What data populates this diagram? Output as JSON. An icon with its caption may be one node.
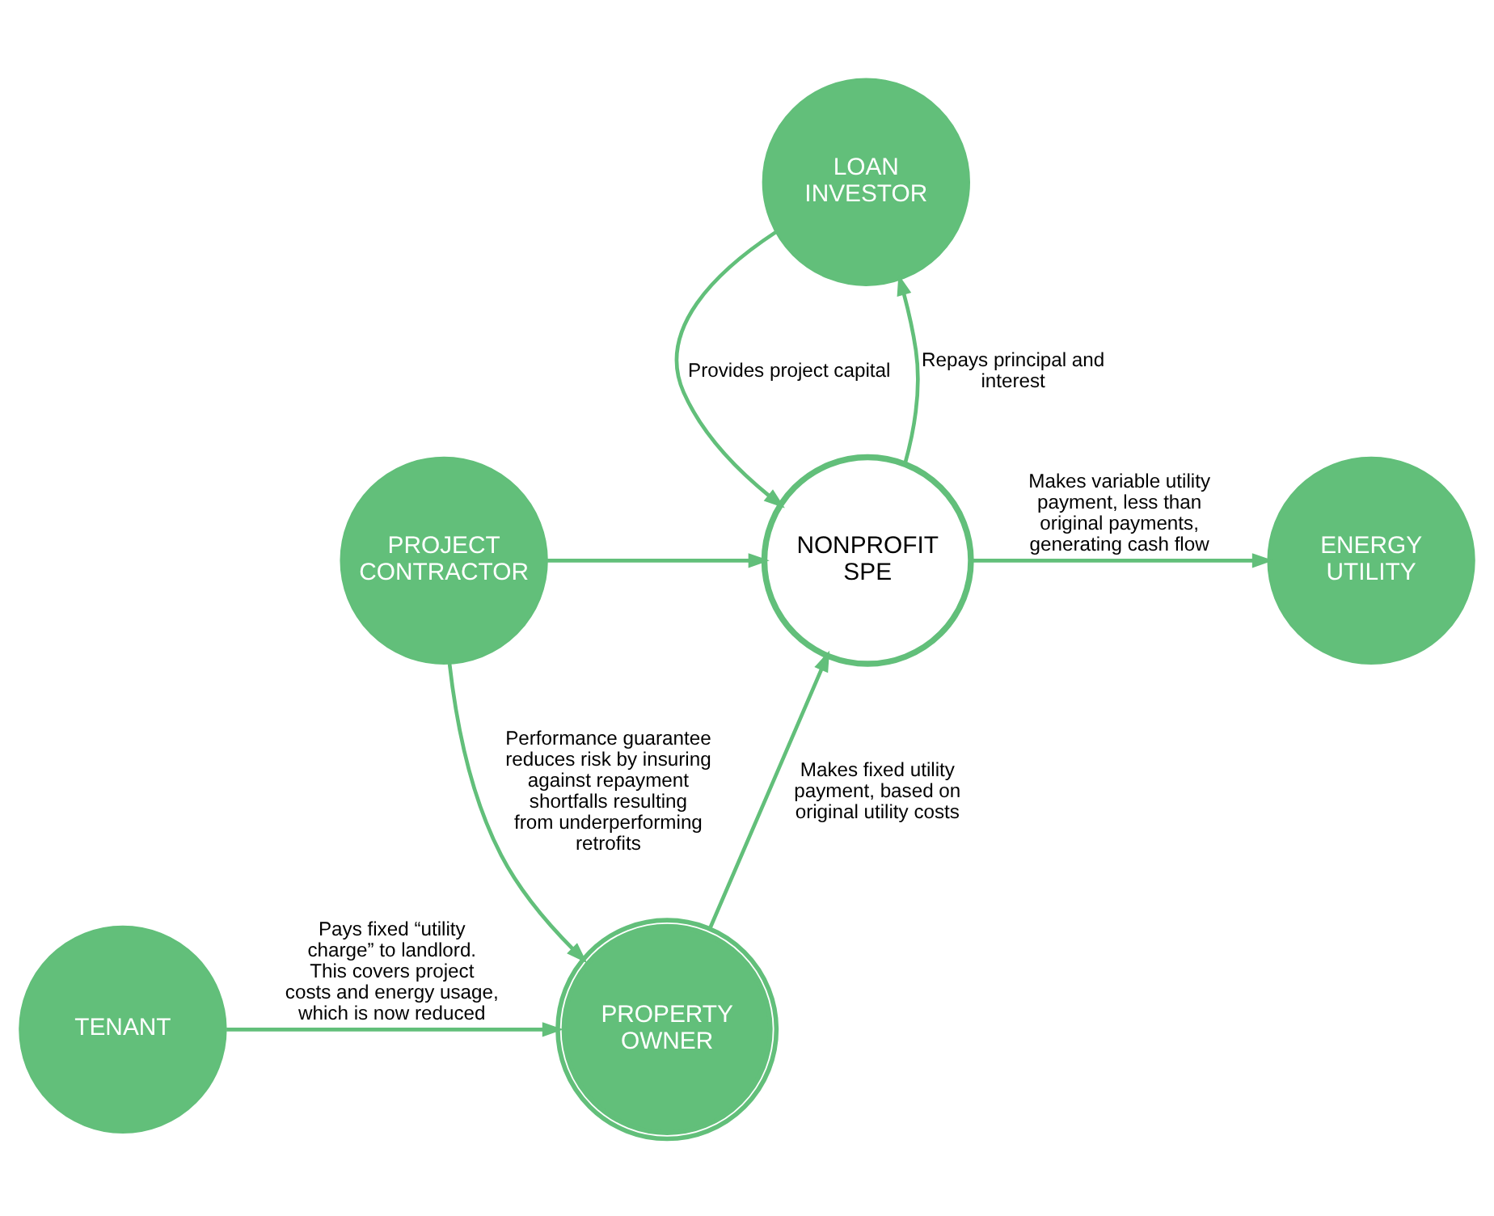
{
  "diagram": {
    "nodes": [
      {
        "text": [
          "LOAN INVESTOR"
        ]
      },
      {
        "text": [
          "ENERGY UTILITY"
        ]
      },
      {
        "text": [
          "NONPROFIT SPE"
        ]
      },
      {
        "text": [
          "PROJECT CONTRACTOR"
        ]
      },
      {
        "text": [
          "TENANT"
        ]
      },
      {
        "text": [
          "PROPERTY OWNER"
        ]
      }
    ],
    "edges": [
      {
        "from": 0,
        "to": 2,
        "arrow": "to",
        "label": "Provides project capital"
      },
      {
        "from": 2,
        "to": 0,
        "arrow": "to",
        "label": "Repays principal and interest"
      },
      {
        "from": 2,
        "to": 1,
        "arrow": "to",
        "label": "Makes variable utility payment, less than original payments, generating cash flow"
      },
      {
        "from": 3,
        "to": 2,
        "arrow": "to"
      },
      {
        "from": 5,
        "to": 2,
        "arrow": "to",
        "label": "Makes fixed utility payment, based on original utility costs"
      },
      {
        "from": 4,
        "to": 5,
        "arrow": "to",
        "label": "Pays fixed “utility charge” to landlord. This covers project costs and energy usage, which is now reduced"
      },
      {
        "from": 3,
        "to": 5,
        "arrow": "to",
        "label": "Performance guarantee reduces risk by insuring against repayment shortfalls resulting from underperforming retrofits"
      }
    ]
  }
}
